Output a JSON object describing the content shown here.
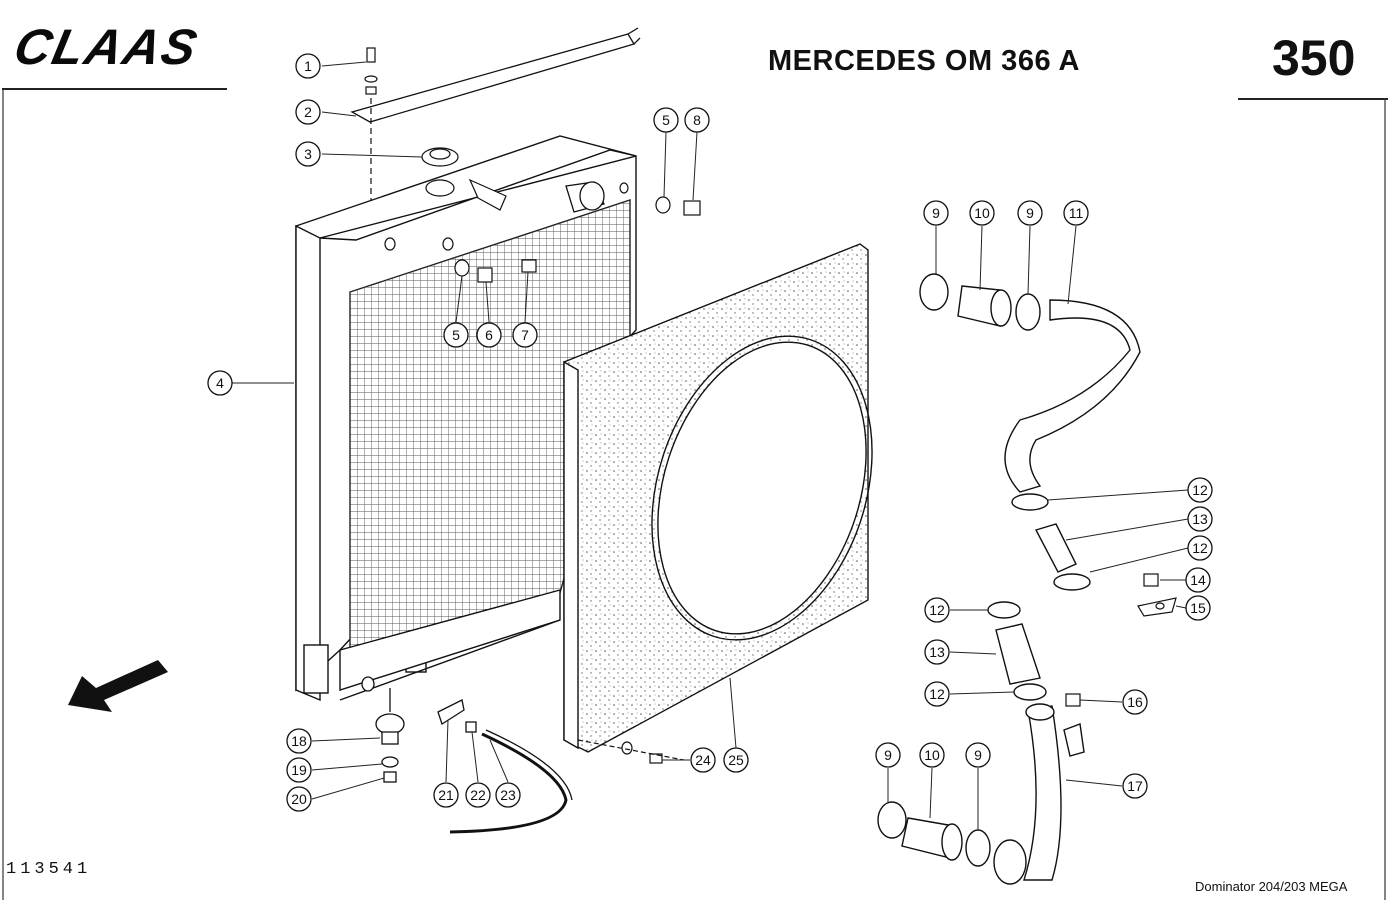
{
  "header": {
    "brand": "CLAAS",
    "title": "MERCEDES OM 366 A",
    "page_number": "350"
  },
  "footer": {
    "document_number": "113541",
    "model": "Dominator 204/203 MEGA"
  },
  "callouts": [
    "1",
    "2",
    "3",
    "4",
    "5",
    "5",
    "6",
    "7",
    "8",
    "9",
    "10",
    "9",
    "11",
    "12",
    "13",
    "12",
    "14",
    "15",
    "12",
    "13",
    "12",
    "16",
    "17",
    "18",
    "19",
    "20",
    "21",
    "22",
    "23",
    "24",
    "25",
    "9",
    "10",
    "9"
  ]
}
